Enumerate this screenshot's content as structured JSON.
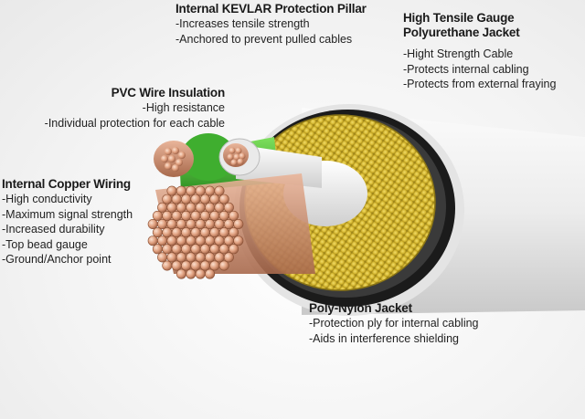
{
  "colors": {
    "jacket": "#ededed",
    "kevlar": "#d9c038",
    "copper": "#d89a78",
    "pvc_green": "#4ec23a",
    "pvc_white": "#f2f2f2",
    "nylon_black": "#1a1a1a"
  },
  "callouts": [
    {
      "id": "kevlar",
      "title": "Internal KEVLAR Protection Pillar",
      "items": [
        "-Increases tensile strength",
        "-Anchored to prevent pulled cables"
      ]
    },
    {
      "id": "jacket",
      "title": "High Tensile Gauge Polyurethane Jacket",
      "title_lines": [
        "High Tensile Gauge",
        "Polyurethane Jacket"
      ],
      "items": [
        "-Hight Strength Cable",
        "-Protects internal cabling",
        "-Protects from external fraying"
      ]
    },
    {
      "id": "pvc",
      "title": "PVC Wire Insulation",
      "items": [
        "-High resistance",
        "-Individual protection for each cable"
      ]
    },
    {
      "id": "copper",
      "title": "Internal Copper Wiring",
      "items": [
        "-High conductivity",
        "-Maximum signal strength",
        "-Increased durability",
        "-Top bead gauge",
        "-Ground/Anchor point"
      ]
    },
    {
      "id": "nylon",
      "title": "Poly-Nylon Jacket",
      "items": [
        "-Protection ply for internal cabling",
        "-Aids in interference shielding"
      ]
    }
  ]
}
